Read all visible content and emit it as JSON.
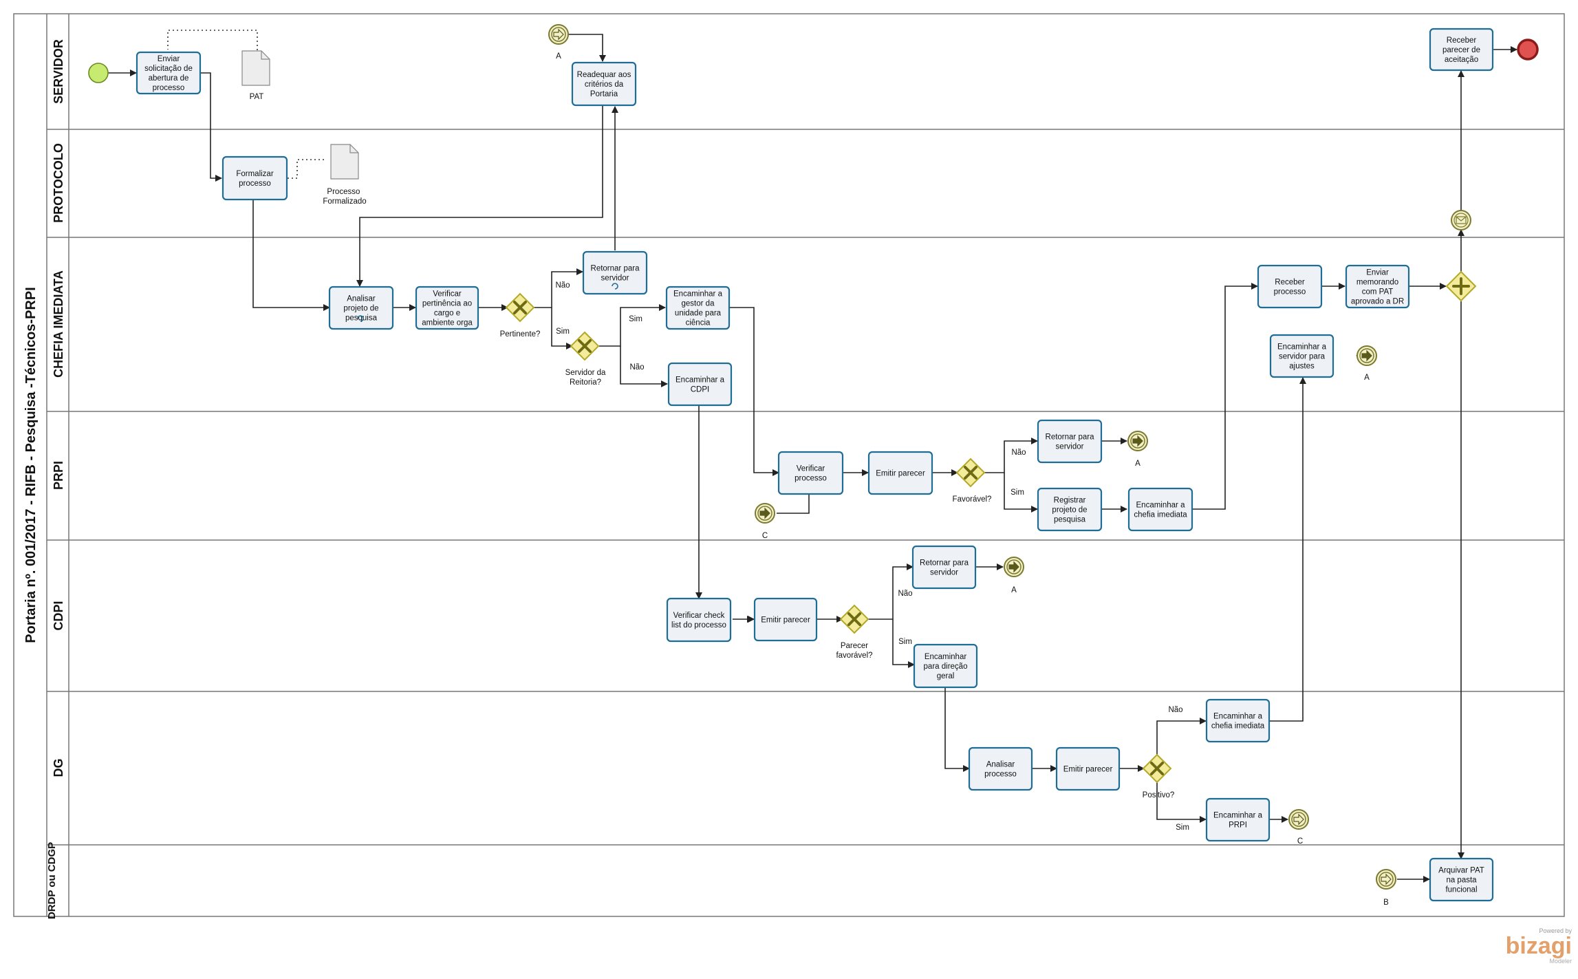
{
  "pool": {
    "title": "Portaria nº. 001/2017 - RIFB - Pesquisa -Técnicos-PRPI"
  },
  "lanes": [
    {
      "id": "servidor",
      "title": "SERVIDOR"
    },
    {
      "id": "protocolo",
      "title": "PROTOCOLO"
    },
    {
      "id": "chefia",
      "title": "CHEFIA IMEDIATA"
    },
    {
      "id": "prpi",
      "title": "PRPI"
    },
    {
      "id": "cdpi",
      "title": "CDPI"
    },
    {
      "id": "dg",
      "title": "DG"
    },
    {
      "id": "drdp",
      "title": "DRDP ou CDGP"
    }
  ],
  "tasks": [
    {
      "id": "enviar_solicitacao",
      "lines": [
        "Enviar",
        "solicitação de",
        "abertura de",
        "processo"
      ]
    },
    {
      "id": "readequar",
      "lines": [
        "Readequar aos",
        "critérios da",
        "Portaria"
      ]
    },
    {
      "id": "receber_parecer",
      "lines": [
        "Receber",
        "parecer de",
        "aceitação"
      ]
    },
    {
      "id": "formalizar",
      "lines": [
        "Formalizar",
        "processo"
      ]
    },
    {
      "id": "analisar_projeto",
      "lines": [
        "Analisar",
        "projeto de",
        "pesquisa"
      ]
    },
    {
      "id": "verificar_pertinencia",
      "lines": [
        "Verificar",
        "pertinência ao",
        "cargo e",
        "ambiente orga"
      ]
    },
    {
      "id": "retornar_servidor_chefia",
      "lines": [
        "Retornar para",
        "servidor"
      ]
    },
    {
      "id": "encaminhar_gestor",
      "lines": [
        "Encaminhar a",
        "gestor da",
        "unidade para",
        "ciência"
      ]
    },
    {
      "id": "encaminhar_cdpi",
      "lines": [
        "Encaminhar a",
        "CDPI"
      ]
    },
    {
      "id": "receber_processo",
      "lines": [
        "Receber",
        "processo"
      ]
    },
    {
      "id": "enviar_memorando",
      "lines": [
        "Enviar",
        "memorando",
        "com PAT",
        "aprovado a DR"
      ]
    },
    {
      "id": "encaminhar_ajustes",
      "lines": [
        "Encaminhar a",
        "servidor para",
        "ajustes"
      ]
    },
    {
      "id": "verificar_processo",
      "lines": [
        "Verificar",
        "processo"
      ]
    },
    {
      "id": "emitir_parecer_prpi",
      "lines": [
        "Emitir parecer"
      ]
    },
    {
      "id": "retornar_servidor_prpi",
      "lines": [
        "Retornar para",
        "servidor"
      ]
    },
    {
      "id": "registrar_projeto",
      "lines": [
        "Registrar",
        "projeto de",
        "pesquisa"
      ]
    },
    {
      "id": "encaminhar_chefia_prpi",
      "lines": [
        "Encaminhar a",
        "chefia imediata"
      ]
    },
    {
      "id": "verificar_checklist",
      "lines": [
        "Verificar check",
        "list do processo"
      ]
    },
    {
      "id": "emitir_parecer_cdpi",
      "lines": [
        "Emitir parecer"
      ]
    },
    {
      "id": "retornar_servidor_cdpi",
      "lines": [
        "Retornar para",
        "servidor"
      ]
    },
    {
      "id": "encaminhar_direcao",
      "lines": [
        "Encaminhar",
        "para direção",
        "geral"
      ]
    },
    {
      "id": "analisar_processo_dg",
      "lines": [
        "Analisar",
        "processo"
      ]
    },
    {
      "id": "emitir_parecer_dg",
      "lines": [
        "Emitir parecer"
      ]
    },
    {
      "id": "encaminhar_chefia_dg",
      "lines": [
        "Encaminhar a",
        "chefia imediata"
      ]
    },
    {
      "id": "encaminhar_prpi",
      "lines": [
        "Encaminhar a",
        "PRPI"
      ]
    },
    {
      "id": "arquivar_pat",
      "lines": [
        "Arquivar PAT",
        "na pasta",
        "funcional"
      ]
    }
  ],
  "gateways": [
    {
      "id": "pertinente",
      "label": [
        "Pertinente?"
      ]
    },
    {
      "id": "servidor_reitoria",
      "label": [
        "Servidor da",
        "Reitoria?"
      ]
    },
    {
      "id": "favoravel",
      "label": [
        "Favorável?"
      ]
    },
    {
      "id": "parecer_favoravel",
      "label": [
        "Parecer",
        "favorável?"
      ]
    },
    {
      "id": "positivo",
      "label": [
        "Positivo?"
      ]
    }
  ],
  "artifacts": [
    {
      "id": "pat",
      "lines": [
        "PAT"
      ]
    },
    {
      "id": "processo_formalizado",
      "lines": [
        "Processo",
        "Formalizado"
      ]
    }
  ],
  "link_events": [
    {
      "id": "catch_a_servidor",
      "label": "A"
    },
    {
      "id": "throw_a_chefia",
      "label": "A"
    },
    {
      "id": "throw_a_prpi",
      "label": "A"
    },
    {
      "id": "catch_c_prpi",
      "label": "C"
    },
    {
      "id": "throw_a_cdpi",
      "label": "A"
    },
    {
      "id": "throw_c_dg",
      "label": "C"
    },
    {
      "id": "catch_b_drdp",
      "label": "B"
    }
  ],
  "edge_labels": {
    "nao": "Não",
    "sim": "Sim"
  },
  "branding": {
    "powered_by": "Powered by",
    "brand": "bizagi",
    "product": "Modeler"
  },
  "colors": {
    "task_fill": "#eef2f7",
    "task_stroke": "#1f6d94",
    "start_fill": "#c7ea70",
    "end_fill": "#e0524f",
    "gateway_fill": "#f3ec9a"
  }
}
